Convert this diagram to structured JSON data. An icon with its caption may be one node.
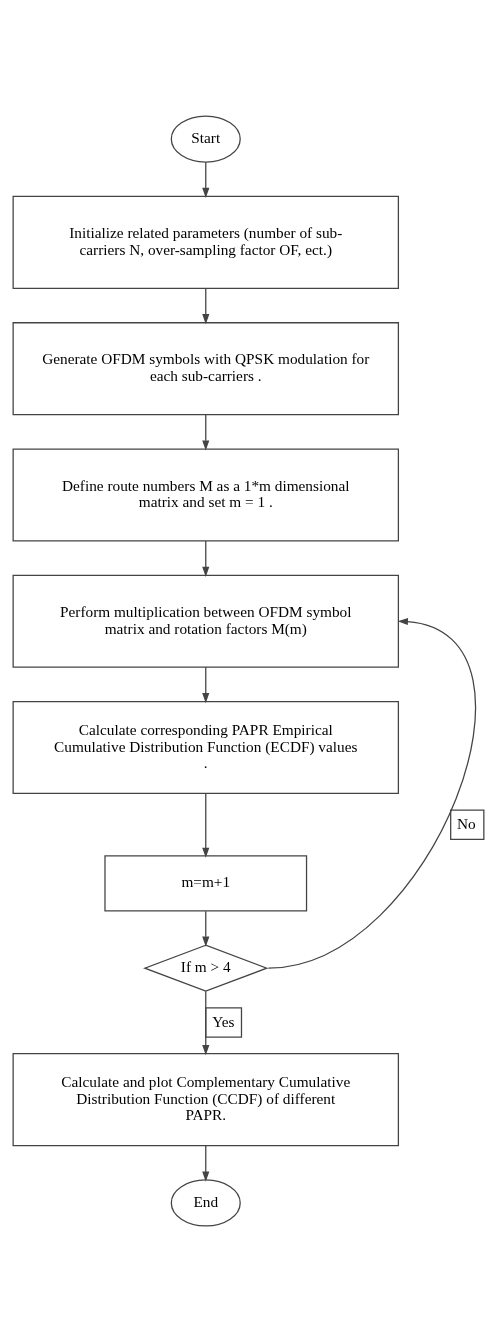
{
  "diagram": {
    "nodes": [
      {
        "text": [
          "Start"
        ]
      },
      {
        "text": [
          "Initialize related parameters (number of sub-carriers N, over-sampling factor OF, ect.)"
        ]
      },
      {
        "text": [
          "Generate OFDM symbols with QPSK modulation for each sub-carriers ."
        ]
      },
      {
        "text": [
          "Define route numbers M as a 1*m dimensional matrix and set m = 1 ."
        ]
      },
      {
        "text": [
          "Perform multiplication between OFDM symbol matrix and rotation factors M(m)"
        ]
      },
      {
        "text": [
          "Calculate corresponding PAPR Empirical Cumulative Distribution Function (ECDF) values ."
        ]
      },
      {
        "text": [
          "m=m+1"
        ]
      },
      {
        "text": [
          "If m > 4"
        ]
      },
      {
        "text": [
          "Calculate and plot Complementary Cumulative Distribution Function (CCDF) of different PAPR."
        ]
      },
      {
        "text": [
          "End"
        ]
      }
    ],
    "edges": [
      {
        "from": 0,
        "to": 1,
        "arrow": "to"
      },
      {
        "from": 1,
        "to": 2,
        "arrow": "to"
      },
      {
        "from": 2,
        "to": 3,
        "arrow": "to"
      },
      {
        "from": 3,
        "to": 4,
        "arrow": "to"
      },
      {
        "from": 4,
        "to": 5,
        "arrow": "to"
      },
      {
        "from": 5,
        "to": 6,
        "arrow": "to"
      },
      {
        "from": 6,
        "to": 7,
        "arrow": "to"
      },
      {
        "from": 7,
        "to": 8,
        "arrow": "to",
        "label": "Yes"
      },
      {
        "from": 7,
        "to": 4,
        "arrow": "to",
        "label": "No"
      },
      {
        "from": 8,
        "to": 9,
        "arrow": "to"
      }
    ]
  }
}
